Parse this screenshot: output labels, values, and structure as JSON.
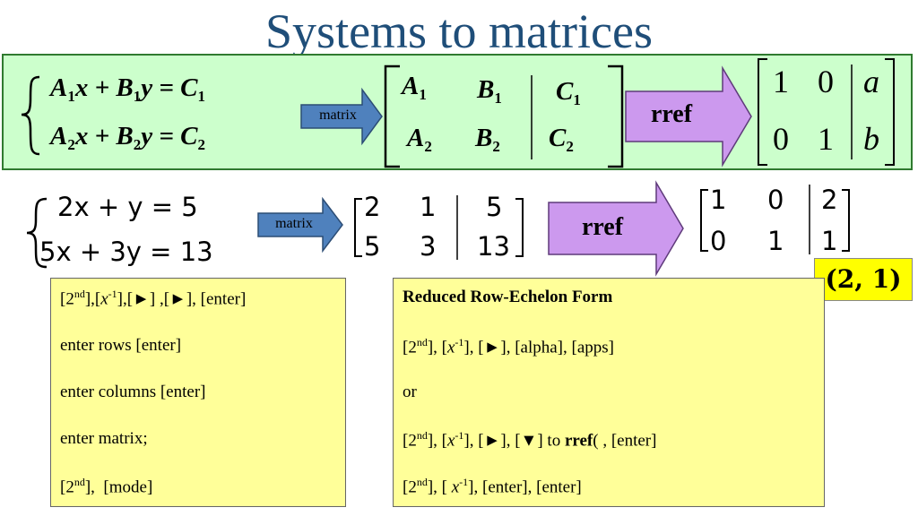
{
  "title": "Systems to matrices",
  "general": {
    "arrow_matrix": "matrix",
    "arrow_rref": "rref",
    "eq1": {
      "a": "A",
      "s1": "1",
      "x": "x + ",
      "b": "B",
      "s2": "1",
      "y": "y = ",
      "c": "C",
      "s3": "1"
    },
    "eq2": {
      "a": "A",
      "s1": "2",
      "x": "x + ",
      "b": "B",
      "s2": "2",
      "y": "y = ",
      "c": "C",
      "s3": "2"
    },
    "aug": {
      "r1": [
        "A",
        "1",
        "B",
        "1",
        "C",
        "1"
      ],
      "r2": [
        "A",
        "2",
        "B",
        "2",
        "C",
        "2"
      ]
    },
    "rref_matrix": {
      "r1": [
        "1",
        "0",
        "a"
      ],
      "r2": [
        "0",
        "1",
        "b"
      ]
    }
  },
  "example": {
    "eq1": "2x + y = 5",
    "eq2": "5x + 3y = 13",
    "arrow_matrix": "matrix",
    "arrow_rref": "rref",
    "aug": {
      "r1": [
        "2",
        "1",
        "5"
      ],
      "r2": [
        "5",
        "3",
        "13"
      ]
    },
    "rref_matrix": {
      "r1": [
        "1",
        "0",
        "2"
      ],
      "r2": [
        "0",
        "1",
        "1"
      ]
    },
    "solution": "(2, 1)"
  },
  "left_box": {
    "line1": "[2nd],[x-1],[►] ,[►], [enter]",
    "line2": "enter rows [enter]",
    "line3": "enter columns [enter]",
    "line4": "enter matrix;",
    "line5": "[2nd], [mode]"
  },
  "right_box": {
    "heading": "Reduced Row-Echelon Form",
    "line2": "[2nd], [x-1], [►], [alpha], [apps]",
    "line3": "or",
    "line4": "[2nd], [x-1], [►], [▼] to rref( , [enter]",
    "line5": "[2nd], [ x-1], [enter], [enter]"
  }
}
